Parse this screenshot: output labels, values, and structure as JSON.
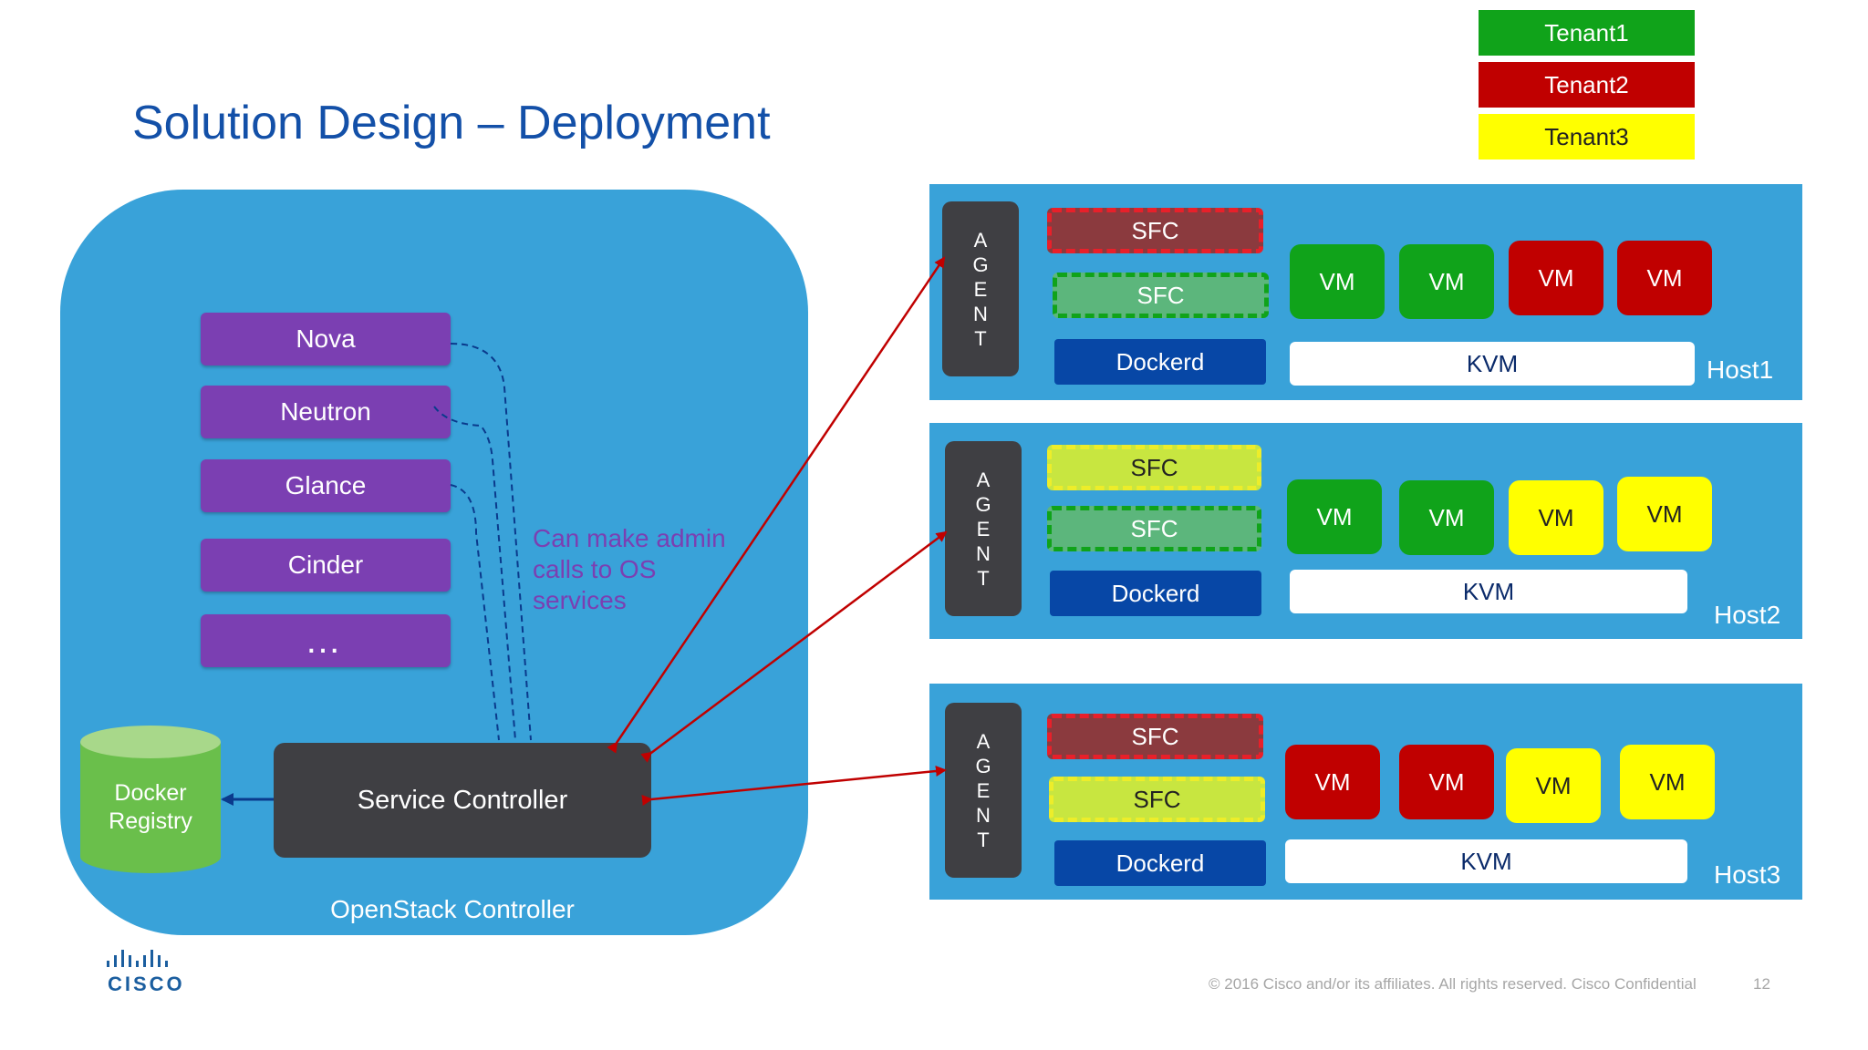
{
  "title": "Solution Design – Deployment",
  "legend": [
    {
      "label": "Tenant1",
      "color": "#10a31a"
    },
    {
      "label": "Tenant2",
      "color": "#c00000"
    },
    {
      "label": "Tenant3",
      "color": "#ffff00"
    }
  ],
  "openstack": {
    "label": "OpenStack Controller",
    "services": [
      "Nova",
      "Neutron",
      "Glance",
      "Cinder",
      "…"
    ],
    "note": "Can make admin calls to OS services",
    "service_controller": "Service Controller",
    "docker_registry": "Docker Registry"
  },
  "hosts": [
    {
      "label": "Host1",
      "agent": [
        "A",
        "G",
        "E",
        "N",
        "T"
      ],
      "sfc": [
        {
          "label": "SFC",
          "tenant": "red"
        },
        {
          "label": "SFC",
          "tenant": "green"
        }
      ],
      "dockerd": "Dockerd",
      "kvm": "KVM",
      "vms": [
        {
          "label": "VM",
          "tenant": "green"
        },
        {
          "label": "VM",
          "tenant": "green"
        },
        {
          "label": "VM",
          "tenant": "red"
        },
        {
          "label": "VM",
          "tenant": "red"
        }
      ]
    },
    {
      "label": "Host2",
      "agent": [
        "A",
        "G",
        "E",
        "N",
        "T"
      ],
      "sfc": [
        {
          "label": "SFC",
          "tenant": "yellow"
        },
        {
          "label": "SFC",
          "tenant": "green"
        }
      ],
      "dockerd": "Dockerd",
      "kvm": "KVM",
      "vms": [
        {
          "label": "VM",
          "tenant": "green"
        },
        {
          "label": "VM",
          "tenant": "green"
        },
        {
          "label": "VM",
          "tenant": "yellow"
        },
        {
          "label": "VM",
          "tenant": "yellow"
        }
      ]
    },
    {
      "label": "Host3",
      "agent": [
        "A",
        "G",
        "E",
        "N",
        "T"
      ],
      "sfc": [
        {
          "label": "SFC",
          "tenant": "red"
        },
        {
          "label": "SFC",
          "tenant": "yellow"
        }
      ],
      "dockerd": "Dockerd",
      "kvm": "KVM",
      "vms": [
        {
          "label": "VM",
          "tenant": "red"
        },
        {
          "label": "VM",
          "tenant": "red"
        },
        {
          "label": "VM",
          "tenant": "yellow"
        },
        {
          "label": "VM",
          "tenant": "yellow"
        }
      ]
    }
  ],
  "footer": {
    "logo_text": "CISCO",
    "copyright": "© 2016  Cisco and/or its affiliates. All rights reserved.   Cisco Confidential",
    "page": "12"
  },
  "colors": {
    "accent": "#1350a8",
    "controller": "#39a2d9",
    "arrow": "#c00000",
    "dashed": "#0a3a8c",
    "service": "#7b3fb2"
  }
}
